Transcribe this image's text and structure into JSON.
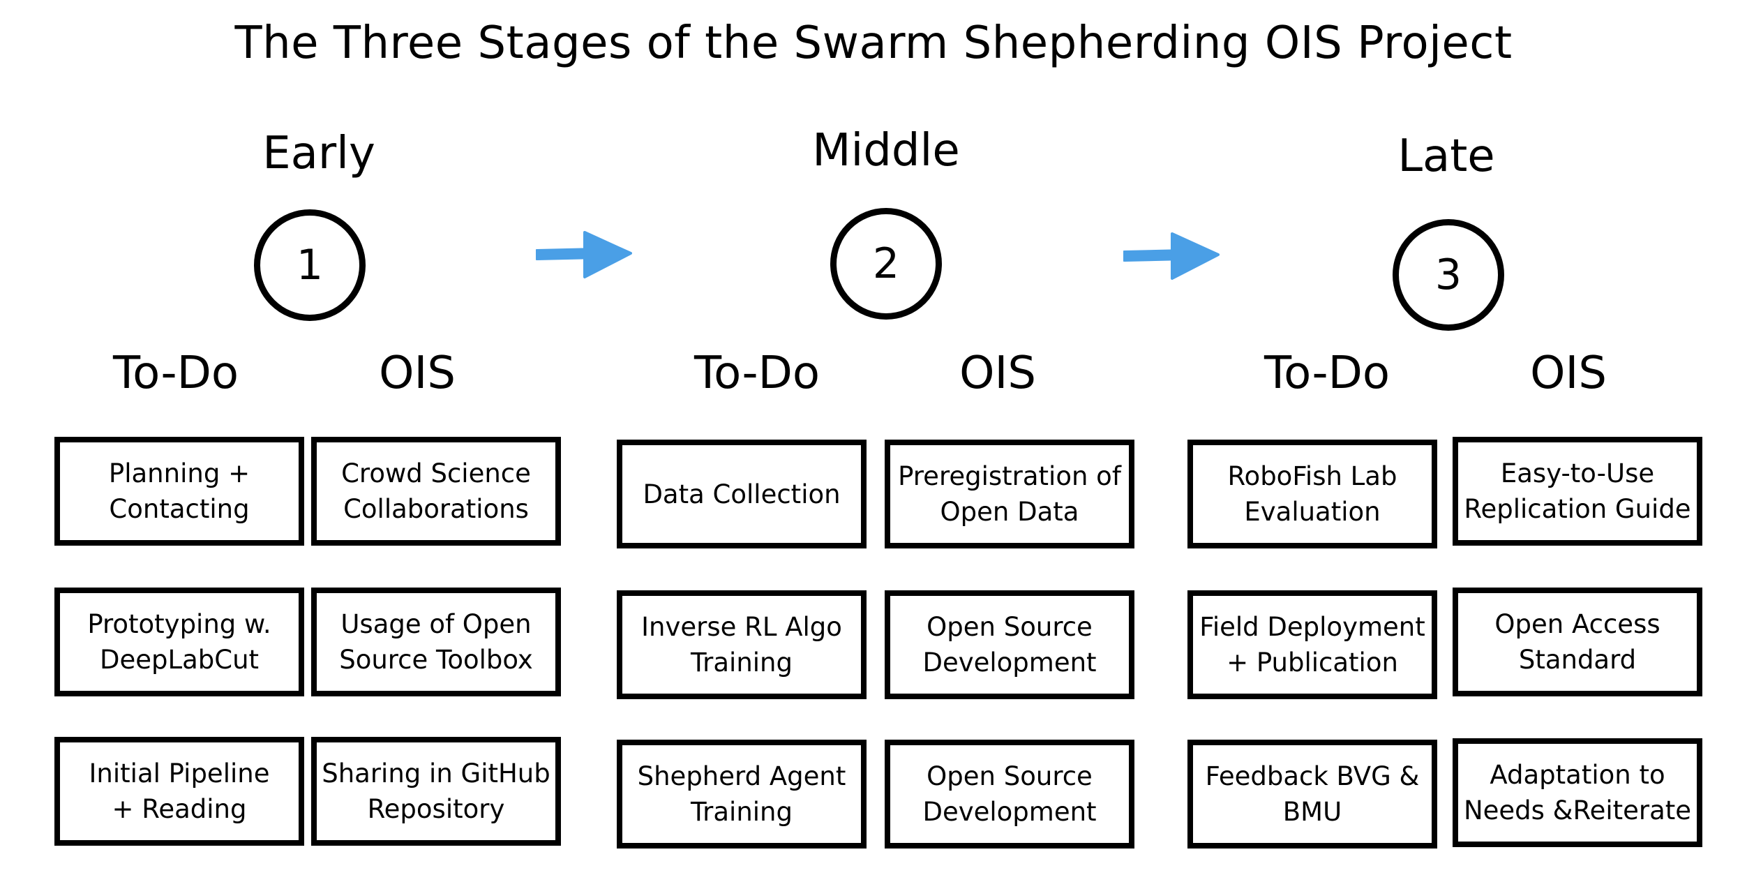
{
  "title": "The Three Stages of the Swarm Shepherding OIS Project",
  "colors": {
    "arrow": "#4a9fe6",
    "stroke": "#000000"
  },
  "stages": [
    {
      "label": "Early",
      "number": "1",
      "todo_header": "To-Do",
      "ois_header": "OIS",
      "todo": [
        "Planning +\nContacting",
        "Prototyping w.\nDeepLabCut",
        "Initial Pipeline\n+ Reading"
      ],
      "ois": [
        "Crowd Science\nCollaborations",
        "Usage of Open\nSource Toolbox",
        "Sharing in GitHub\nRepository"
      ]
    },
    {
      "label": "Middle",
      "number": "2",
      "todo_header": "To-Do",
      "ois_header": "OIS",
      "todo": [
        "Data Collection",
        "Inverse RL Algo\nTraining",
        "Shepherd Agent\nTraining"
      ],
      "ois": [
        "Preregistration of\nOpen Data",
        "Open Source\nDevelopment",
        "Open Source\nDevelopment"
      ]
    },
    {
      "label": "Late",
      "number": "3",
      "todo_header": "To-Do",
      "ois_header": "OIS",
      "todo": [
        "RoboFish Lab\nEvaluation",
        "Field Deployment\n+ Publication",
        "Feedback BVG &\nBMU"
      ],
      "ois": [
        "Easy-to-Use\nReplication Guide",
        "Open Access\nStandard",
        "Adaptation to\nNeeds &Reiterate"
      ]
    }
  ]
}
